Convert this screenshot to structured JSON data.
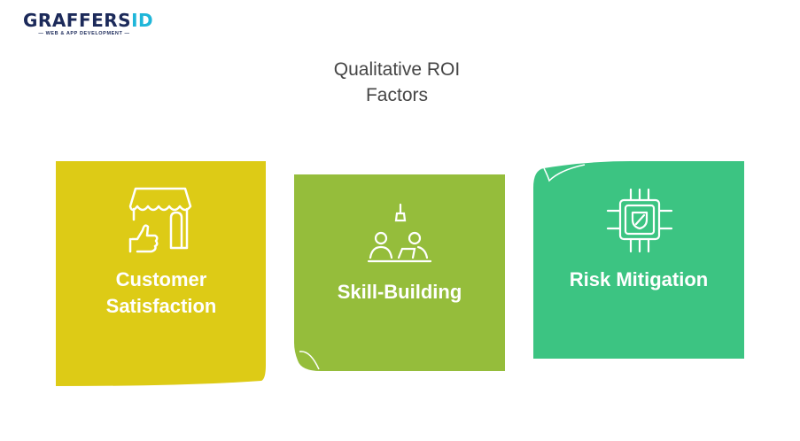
{
  "logo": {
    "name_main": "GRAFFERS",
    "name_accent": "ID",
    "tagline": "WEB & APP DEVELOPMENT"
  },
  "title": {
    "line1": "Qualitative ROI",
    "line2": "Factors"
  },
  "cards": [
    {
      "label_line1": "Customer",
      "label_line2": "Satisfaction",
      "color": "#DDCB16",
      "icon": "storefront-thumbs-up-icon"
    },
    {
      "label": "Skill-Building",
      "color": "#95BD3B",
      "icon": "people-learning-icon"
    },
    {
      "label": "Risk Mitigation",
      "color": "#3CC482",
      "icon": "chip-shield-icon"
    }
  ]
}
